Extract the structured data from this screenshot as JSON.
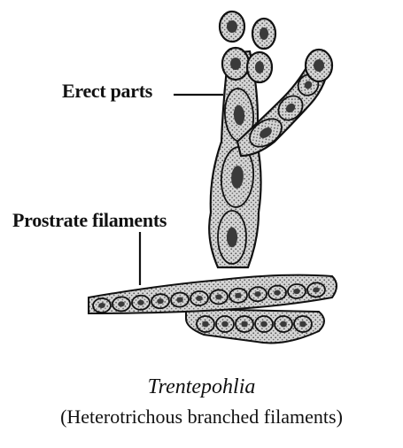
{
  "labels": {
    "erect": "Erect parts",
    "prostrate": "Prostrate filaments"
  },
  "caption": {
    "title": "Trentepohlia",
    "subtitle": "(Heterotrichous branched filaments)"
  },
  "colors": {
    "ink": "#111111",
    "cell_fill": "#c9c9c9",
    "nucleus": "#3a3a3a"
  }
}
